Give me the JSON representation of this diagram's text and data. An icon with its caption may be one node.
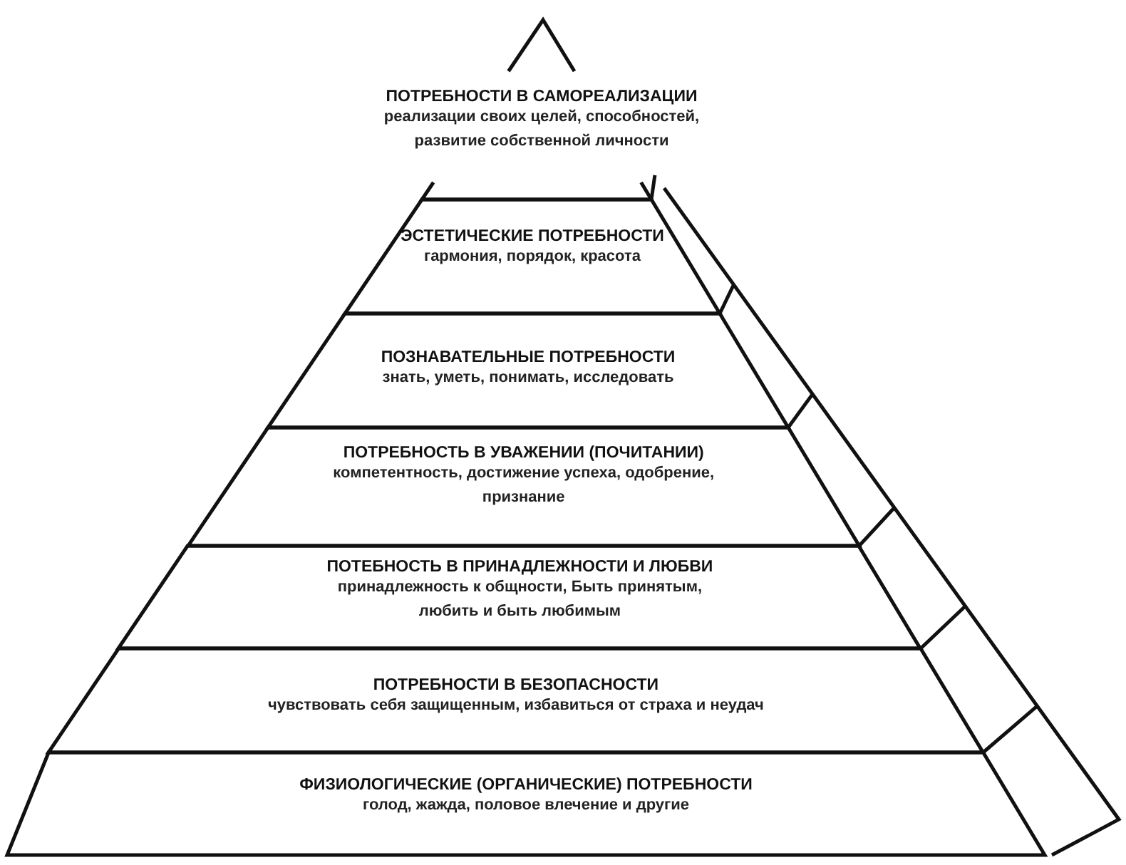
{
  "diagram": {
    "nodes": [
      {
        "text": [
          "ПОТРЕБНОСТИ В САМОРЕАЛИЗАЦИИ",
          "реализации своих целей, способностей, развитие собственной личности"
        ]
      },
      {
        "text": [
          "ЭСТЕТИЧЕСКИЕ ПОТРЕБНОСТИ",
          "гармония, порядок, красота"
        ]
      },
      {
        "text": [
          "ПОЗНАВАТЕЛЬНЫЕ ПОТРЕБНОСТИ",
          "знать, уметь, понимать, исследовать"
        ]
      },
      {
        "text": [
          "ПОТРЕБНОСТЬ В УВАЖЕНИИ (ПОЧИТАНИИ)",
          "компетентность, достижение успеха, одобрение, признание"
        ]
      },
      {
        "text": [
          "ПОТЕБНОСТЬ В ПРИНАДЛЕЖНОСТИ И ЛЮБВИ",
          "принадлежность к общности, Быть принятым, любить и быть любимым"
        ]
      },
      {
        "text": [
          "ПОТРЕБНОСТИ В БЕЗОПАСНОСТИ",
          "чувствовать себя защищенным, избавиться от страха и неудач"
        ]
      },
      {
        "text": [
          "ФИЗИОЛОГИЧЕСКИЕ (ОРГАНИЧЕСКИЕ) ПОТРЕБНОСТИ",
          "голод, жажда, половое влечение и другие"
        ]
      }
    ]
  }
}
